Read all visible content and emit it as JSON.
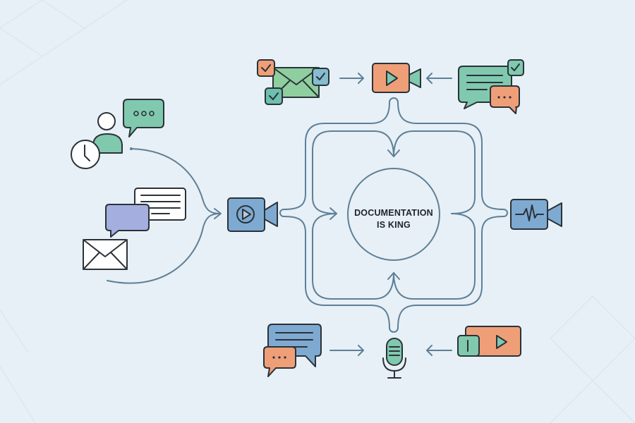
{
  "diagram": {
    "hub": {
      "line1": "DOCUMENTATION",
      "line2": "IS KING"
    },
    "colors": {
      "background": "#e6f0f6",
      "flow_line": "#5f7f98",
      "green": "#80c9ae",
      "orange": "#ef9f78",
      "blue": "#7eaad2",
      "purple": "#a4afdf",
      "ink": "#2b3238"
    },
    "nodes": [
      {
        "id": "person-clock-chat",
        "icons": [
          "person-icon",
          "clock-icon",
          "chat-bubble-icon"
        ]
      },
      {
        "id": "messages-group",
        "icons": [
          "document-lines-icon",
          "chat-bubble-icon",
          "envelope-icon"
        ]
      },
      {
        "id": "left-video",
        "icons": [
          "video-camera-icon",
          "play-icon"
        ]
      },
      {
        "id": "top-email-checks",
        "icons": [
          "envelope-icon",
          "checkbox-icon"
        ]
      },
      {
        "id": "top-video",
        "icons": [
          "video-camera-icon",
          "play-icon"
        ]
      },
      {
        "id": "top-chat-checks",
        "icons": [
          "chat-bubble-icon",
          "checkbox-icon"
        ]
      },
      {
        "id": "right-video-audio",
        "icons": [
          "video-camera-icon",
          "waveform-icon"
        ]
      },
      {
        "id": "bottom-chats",
        "icons": [
          "chat-bubble-icon"
        ]
      },
      {
        "id": "bottom-microphone",
        "icons": [
          "microphone-icon"
        ]
      },
      {
        "id": "bottom-video-player",
        "icons": [
          "video-player-icon",
          "play-icon"
        ]
      }
    ]
  }
}
